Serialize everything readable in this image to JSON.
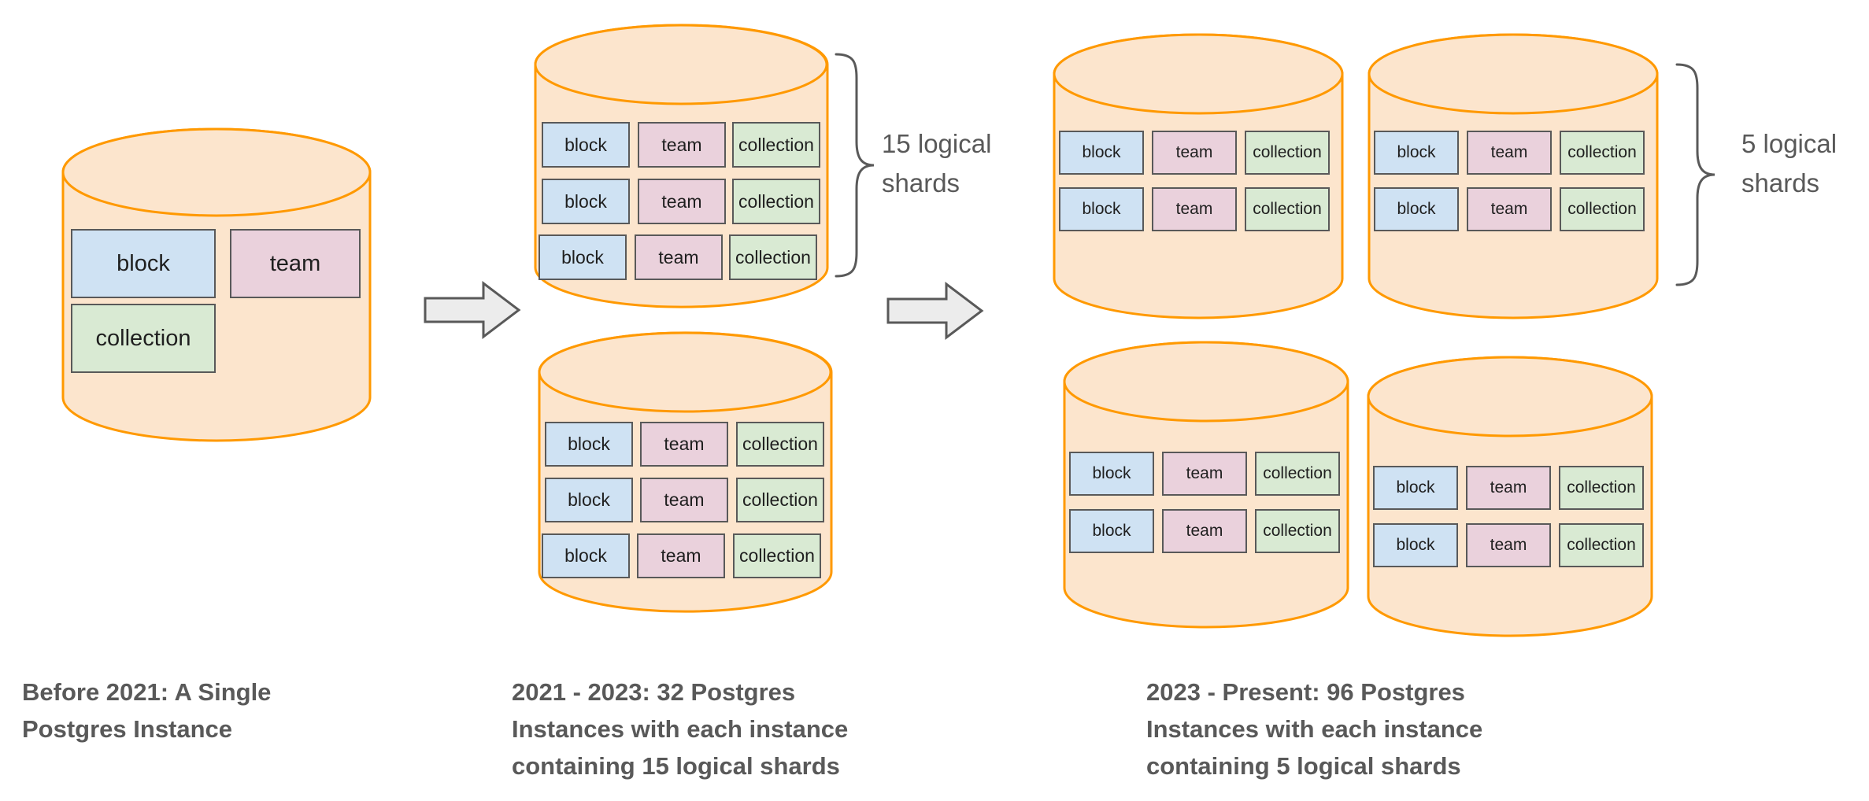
{
  "tables": {
    "block": "block",
    "team": "team",
    "collection": "collection"
  },
  "stages": [
    {
      "caption": "Before 2021: A Single\nPostgres Instance",
      "instances_shown": 1
    },
    {
      "caption": "2021 - 2023: 32 Postgres\nInstances with each instance\ncontaining 15 logical shards",
      "shard_label": "15 logical\nshards",
      "instances_shown": 2,
      "shard_rows_per_instance": 3
    },
    {
      "caption": "2023 - Present: 96 Postgres\nInstances with each instance\ncontaining 5 logical shards",
      "shard_label": "5 logical\nshards",
      "instances_shown": 4,
      "shard_rows_per_instance": 2
    }
  ],
  "colors": {
    "cylinder_fill": "#fce5cd",
    "cylinder_stroke": "#ff9900",
    "block_fill": "#cfe2f3",
    "team_fill": "#ead1dc",
    "collection_fill": "#d9ead3",
    "box_border": "#595959",
    "arrow_fill": "#ececec",
    "annotation": "#595959"
  }
}
